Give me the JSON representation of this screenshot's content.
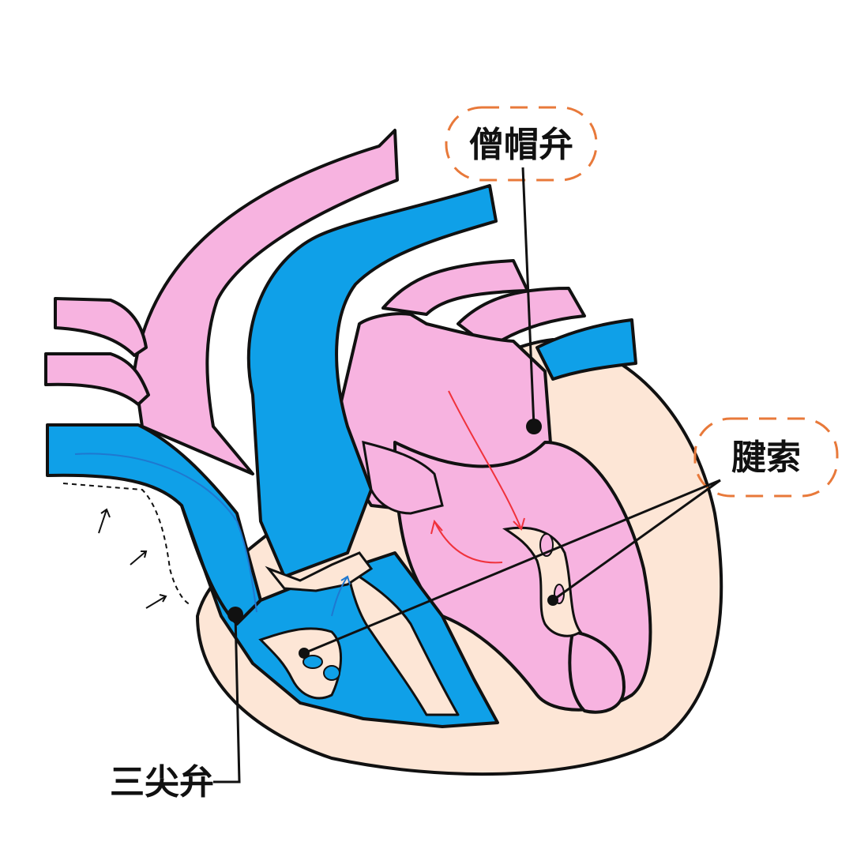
{
  "labels": {
    "mitral_valve": "僧帽弁",
    "chordae_tendineae": "腱索",
    "tricuspid_valve": "三尖弁"
  },
  "colors": {
    "oxygenated": "#F7B3E0",
    "deoxygenated": "#0FA0E8",
    "wall": "#FDE6D6",
    "outline": "#111111",
    "highlight_border": "#E8793A",
    "flow_arrow_red": "#F0323C",
    "flow_arrow_blue": "#1F78D0",
    "background": "#FFFFFF"
  }
}
